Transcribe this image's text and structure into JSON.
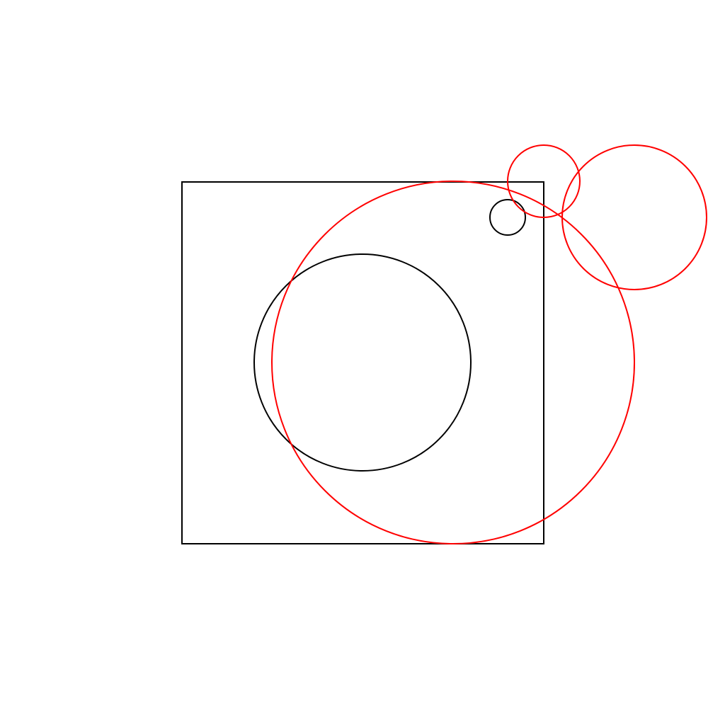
{
  "colors": {
    "background": "#ffffff",
    "black_stroke": "#000000",
    "red_stroke": "#ff0000"
  },
  "shapes": [
    {
      "id": "outer-square",
      "kind": "square",
      "color": "black"
    },
    {
      "id": "large-black-circle",
      "kind": "circle",
      "color": "black"
    },
    {
      "id": "small-black-circle",
      "kind": "circle",
      "color": "black"
    },
    {
      "id": "large-red-circle",
      "kind": "circle",
      "color": "red"
    },
    {
      "id": "small-red-circle",
      "kind": "circle",
      "color": "red"
    },
    {
      "id": "medium-red-circle",
      "kind": "circle",
      "color": "red"
    }
  ]
}
